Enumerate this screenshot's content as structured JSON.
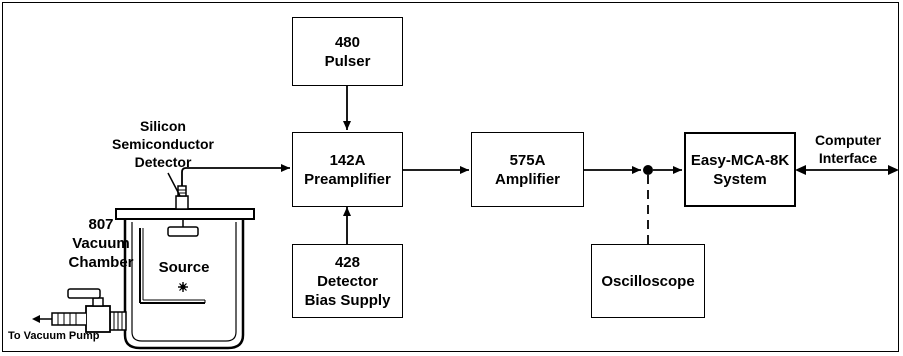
{
  "blocks": {
    "pulser": [
      "480",
      "Pulser"
    ],
    "preamp": [
      "142A",
      "Preamplifier"
    ],
    "amplifier": [
      "575A",
      "Amplifier"
    ],
    "mca": [
      "Easy-MCA-8K",
      "System"
    ],
    "bias": [
      "428",
      "Detector",
      "Bias Supply"
    ],
    "scope": [
      "Oscilloscope"
    ]
  },
  "labels": {
    "detector": [
      "Silicon",
      "Semiconductor",
      "Detector"
    ],
    "chamber": [
      "807",
      "Vacuum",
      "Chamber"
    ],
    "source": "Source",
    "computer": [
      "Computer",
      "Interface"
    ],
    "pump": "To Vacuum Pump"
  }
}
